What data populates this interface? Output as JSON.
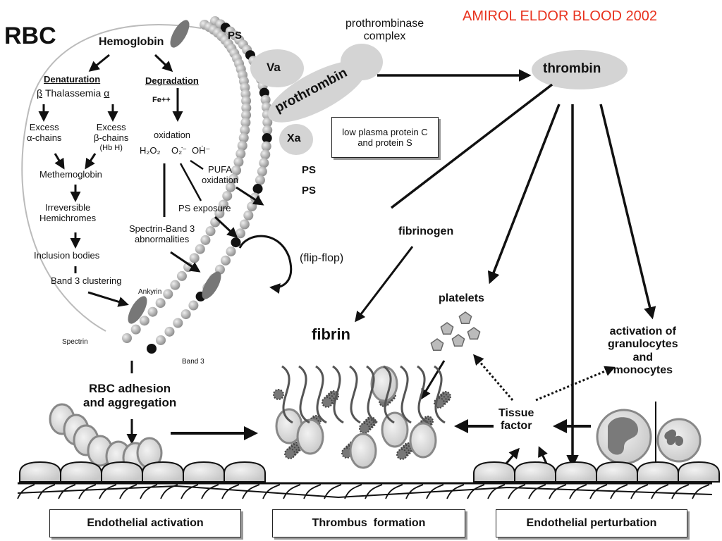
{
  "citation": "AMIROL ELDOR BLOOD 2002",
  "colors": {
    "citation": "#e8321e",
    "membrane": "#b8b8b8",
    "dark": "#111111",
    "oval": "#d4d4d4"
  },
  "rbc": {
    "title": "RBC",
    "hemoglobin": "Hemoglobin",
    "denaturation": "Denaturation",
    "thalassemia_beta": "β",
    "thalassemia": "Thalassemia",
    "thalassemia_alpha": "α",
    "excess_alpha_1": "Excess",
    "excess_alpha_2": "α-chains",
    "excess_beta_1": "Excess",
    "excess_beta_2": "β-chains",
    "excess_beta_3": "(Hb H)",
    "methemoglobin": "Methemoglobin",
    "irreversible_1": "Irreversible",
    "irreversible_2": "Hemichromes",
    "inclusion": "Inclusion bodies",
    "band3_clustering": "Band 3 clustering",
    "degradation": "Degradation",
    "fe": "Fe++",
    "oxidation": "oxidation",
    "h2o2": "H₂O₂",
    "o2": "O₂̇⁻",
    "oh": "OḢ⁻",
    "pufa_1": "PUFA",
    "pufa_2": "oxidation",
    "ps_exposure": "PS exposure",
    "spectrin_band3_1": "Spectrin-Band 3",
    "spectrin_band3_2": "abnormalities",
    "ankyrin": "Ankyrin",
    "spectrin": "Spectrin",
    "band3": "Band 3",
    "ps_top": "PS",
    "ps_mid1": "PS",
    "ps_mid2": "PS",
    "flip_flop": "(flip-flop)"
  },
  "complex": {
    "label_1": "prothrombinase",
    "label_2": "complex",
    "va": "Va",
    "prothrombin": "prothrombin",
    "xa": "Xa"
  },
  "protein_box": {
    "line1": "low plasma protein C",
    "line2": "and protein S"
  },
  "thrombin": "thrombin",
  "fibrinogen": "fibrinogen",
  "fibrin": "fibrin",
  "platelets": "platelets",
  "activation": {
    "l1": "activation of",
    "l2": "granulocytes",
    "l3": "and",
    "l4": "monocytes"
  },
  "tissue_factor": {
    "l1": "Tissue",
    "l2": "factor"
  },
  "rbc_adhesion": {
    "l1": "RBC adhesion",
    "l2": "and aggregation"
  },
  "panels": {
    "endothelial_activation": "Endothelial activation",
    "thrombus_formation": "Thrombus  formation",
    "endothelial_perturbation": "Endothelial perturbation"
  }
}
